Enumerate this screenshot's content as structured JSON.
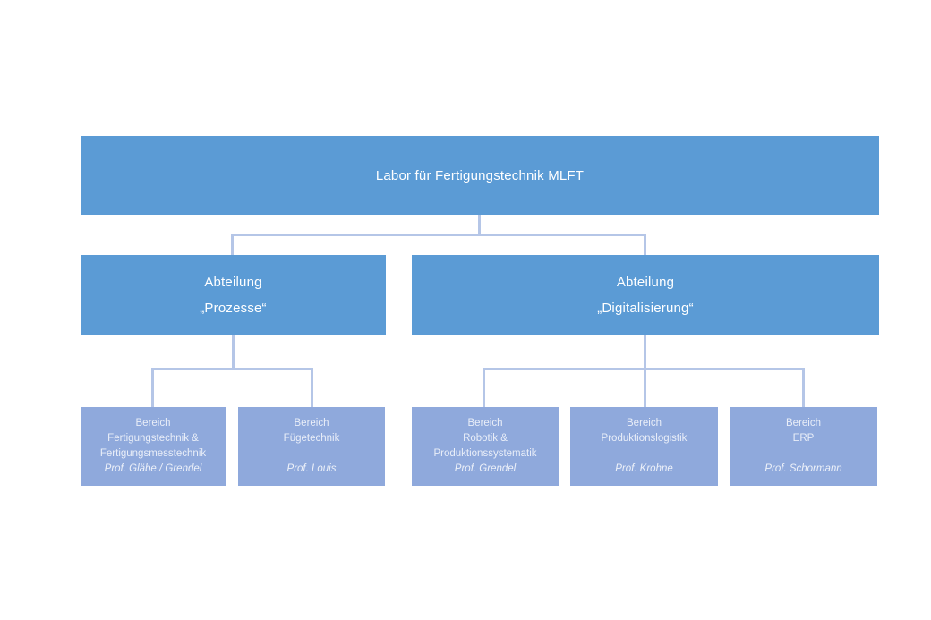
{
  "page": {
    "background": "#ffffff"
  },
  "colors": {
    "level1_fill": "#5B9BD5",
    "level2_fill": "#5B9BD5",
    "level3_fill": "#8FA9DC",
    "connector": "#B5C6E7",
    "text_main": "#FFFFFF",
    "text_child": "#E9EEF8"
  },
  "org_chart": {
    "root": {
      "title": "Labor für Fertigungstechnik MLFT"
    },
    "departments": [
      {
        "line1": "Abteilung",
        "line2": "„Prozesse“"
      },
      {
        "line1": "Abteilung",
        "line2": "„Digitalisierung“"
      }
    ],
    "areas": [
      {
        "label": "Bereich",
        "name1": "Fertigungstechnik &",
        "name2": "Fertigungsmesstechnik",
        "lead": "Prof. Gläbe / Grendel"
      },
      {
        "label": "Bereich",
        "name1": "Fügetechnik",
        "name2": "",
        "lead": "Prof. Louis"
      },
      {
        "label": "Bereich",
        "name1": "Robotik &",
        "name2": "Produktionssystematik",
        "lead": "Prof. Grendel"
      },
      {
        "label": "Bereich",
        "name1": "Produktionslogistik",
        "name2": "",
        "lead": "Prof. Krohne"
      },
      {
        "label": "Bereich",
        "name1": "ERP",
        "name2": "",
        "lead": "Prof. Schormann"
      }
    ]
  }
}
